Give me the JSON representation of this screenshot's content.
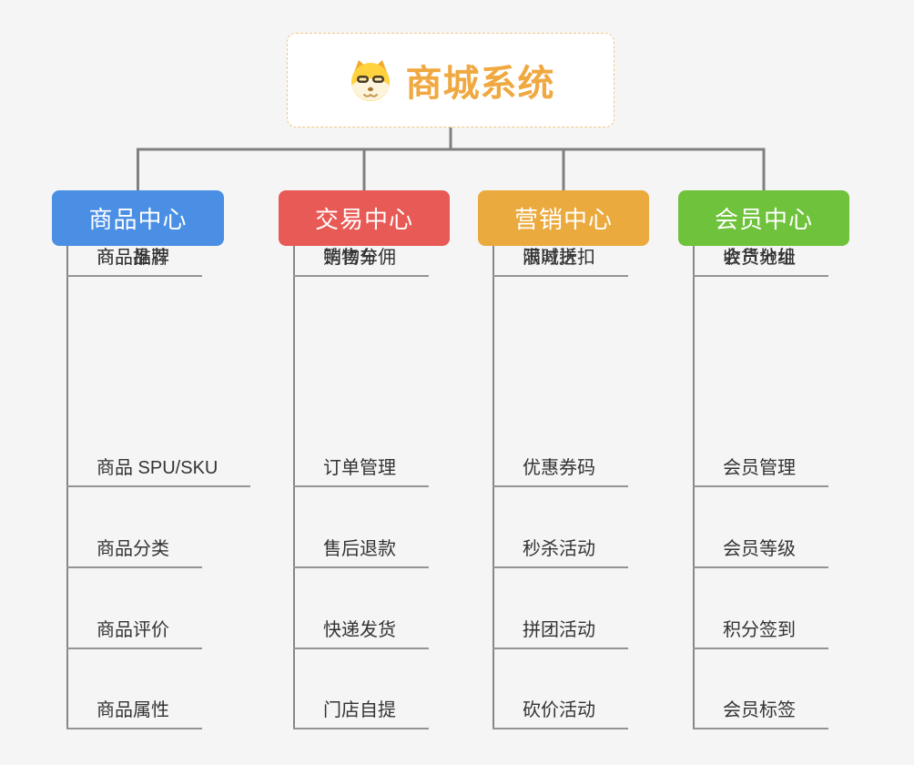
{
  "root": {
    "title": "商城系统",
    "title_color": "#f0a840",
    "border_color": "#f2c77f",
    "icon": "doge-icon"
  },
  "connector_color": "#808080",
  "underline_color": "#949494",
  "item_text_color": "#333333",
  "branches": [
    {
      "label": "商品中心",
      "color": "#4a8fe4",
      "items": [
        "商品 SPU/SKU",
        "商品分类",
        "商品评价",
        "商品属性",
        "商品推荐",
        "商品品牌"
      ]
    },
    {
      "label": "交易中心",
      "color": "#e85a55",
      "items": [
        "订单管理",
        "售后退款",
        "快递发货",
        "门店自提",
        "购物车",
        "销售分佣"
      ]
    },
    {
      "label": "营销中心",
      "color": "#ebaa3e",
      "items": [
        "优惠券码",
        "秒杀活动",
        "拼团活动",
        "砍价活动",
        "限时折扣",
        "满减送"
      ]
    },
    {
      "label": "会员中心",
      "color": "#6fc23c",
      "items": [
        "会员管理",
        "会员等级",
        "积分签到",
        "会员标签",
        "会员分组",
        "收货地址"
      ]
    }
  ]
}
